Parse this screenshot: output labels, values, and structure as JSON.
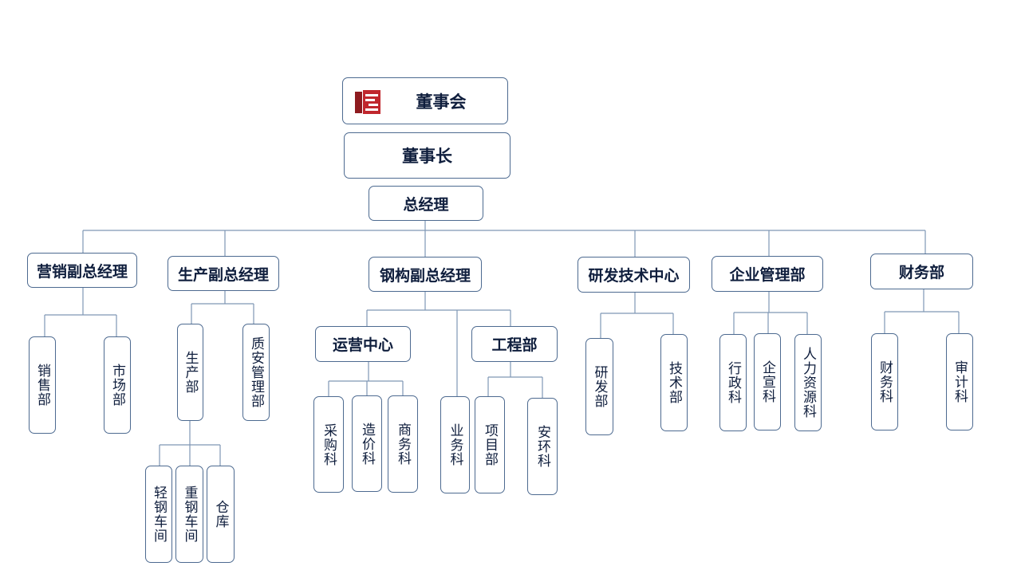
{
  "board": "董事会",
  "chairman": "董事长",
  "gm": "总经理",
  "sales_vp": {
    "title": "营销副总经理",
    "depts": [
      "销售部",
      "市场部"
    ]
  },
  "prod_vp": {
    "title": "生产副总经理",
    "production": "生产部",
    "quality": "质安管理部",
    "workshops": [
      "轻钢车间",
      "重钢车间",
      "仓库"
    ]
  },
  "steel_vp": {
    "title": "钢构副总经理",
    "ops": {
      "title": "运营中心",
      "units": [
        "采购科",
        "造价科",
        "商务科"
      ]
    },
    "business": "业务科",
    "eng": {
      "title": "工程部",
      "units": [
        "项目部",
        "安环科"
      ]
    }
  },
  "rd": {
    "title": "研发技术中心",
    "depts": [
      "研发部",
      "技术部"
    ]
  },
  "mgmt": {
    "title": "企业管理部",
    "depts": [
      "行政科",
      "企宣科",
      "人力资源科"
    ]
  },
  "finance": {
    "title": "财务部",
    "depts": [
      "财务科",
      "审计科"
    ]
  },
  "line_color": "#7f97b5",
  "border_color": "#4d6a90",
  "text_color": "#0f1e3d",
  "logo_colors": [
    "#c0272d",
    "#8e1b1f"
  ]
}
